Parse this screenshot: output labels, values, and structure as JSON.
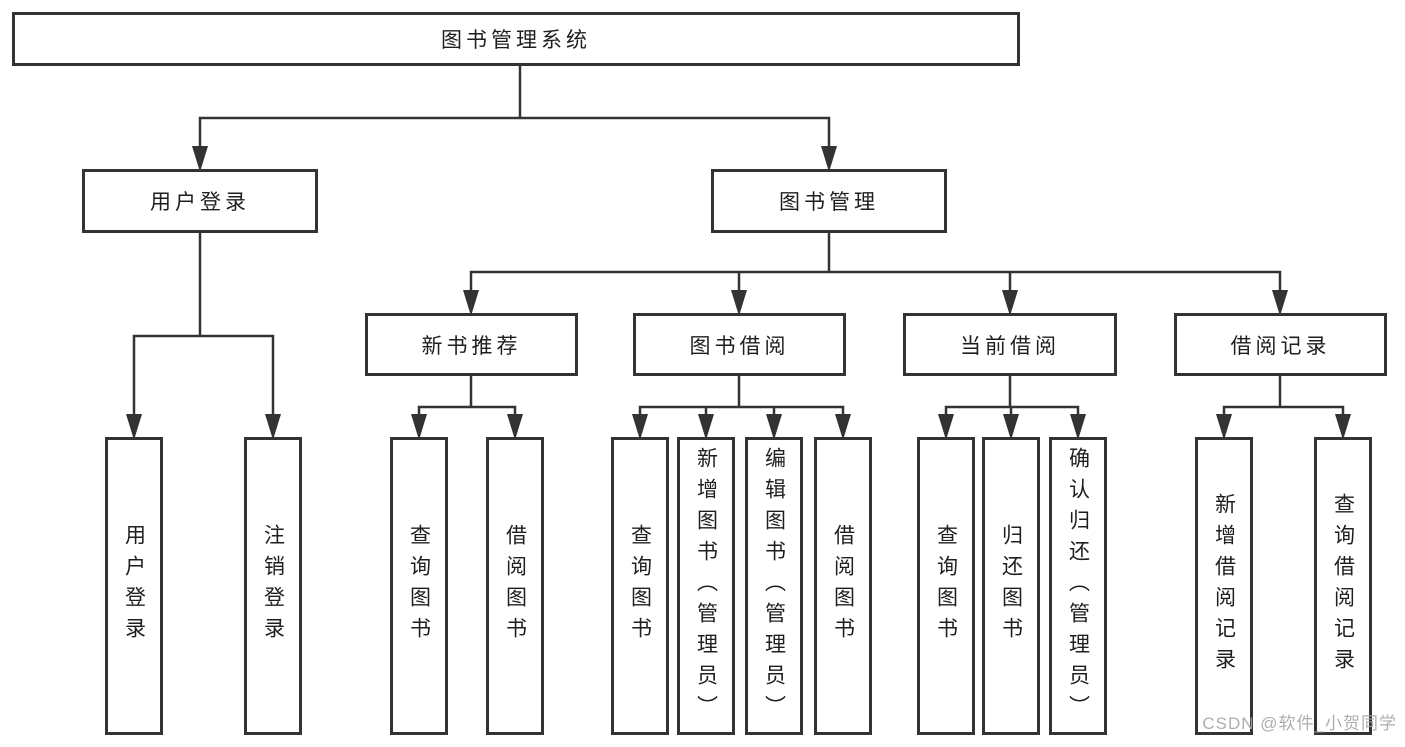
{
  "colors": {
    "line": "#333333",
    "box_border": "#333333",
    "box_fill": "#ffffff",
    "text": "#1f1f1f",
    "watermark": "#a5a5a5"
  },
  "nodes": {
    "root": {
      "label": "图书管理系统"
    },
    "user_login": {
      "label": "用户登录"
    },
    "book_management": {
      "label": "图书管理"
    },
    "new_book_recommend": {
      "label": "新书推荐"
    },
    "book_borrow": {
      "label": "图书借阅"
    },
    "current_borrow": {
      "label": "当前借阅"
    },
    "borrow_record": {
      "label": "借阅记录"
    },
    "leaf_user_login": {
      "label": "用户登录"
    },
    "leaf_logout": {
      "label": "注销登录"
    },
    "nb_query_book": {
      "label": "查询图书"
    },
    "nb_borrow_book": {
      "label": "借阅图书"
    },
    "bb_query_book": {
      "label": "查询图书"
    },
    "bb_add_book": {
      "label": "新增图书（管理员）"
    },
    "bb_edit_book": {
      "label": "编辑图书（管理员）"
    },
    "bb_borrow_book": {
      "label": "借阅图书"
    },
    "cb_query_book": {
      "label": "查询图书"
    },
    "cb_return_book": {
      "label": "归还图书"
    },
    "cb_confirm_return": {
      "label": "确认归还（管理员）"
    },
    "br_add_record": {
      "label": "新增借阅记录"
    },
    "br_query_record": {
      "label": "查询借阅记录"
    }
  },
  "watermark": {
    "text": "CSDN @软件_小贺同学"
  }
}
